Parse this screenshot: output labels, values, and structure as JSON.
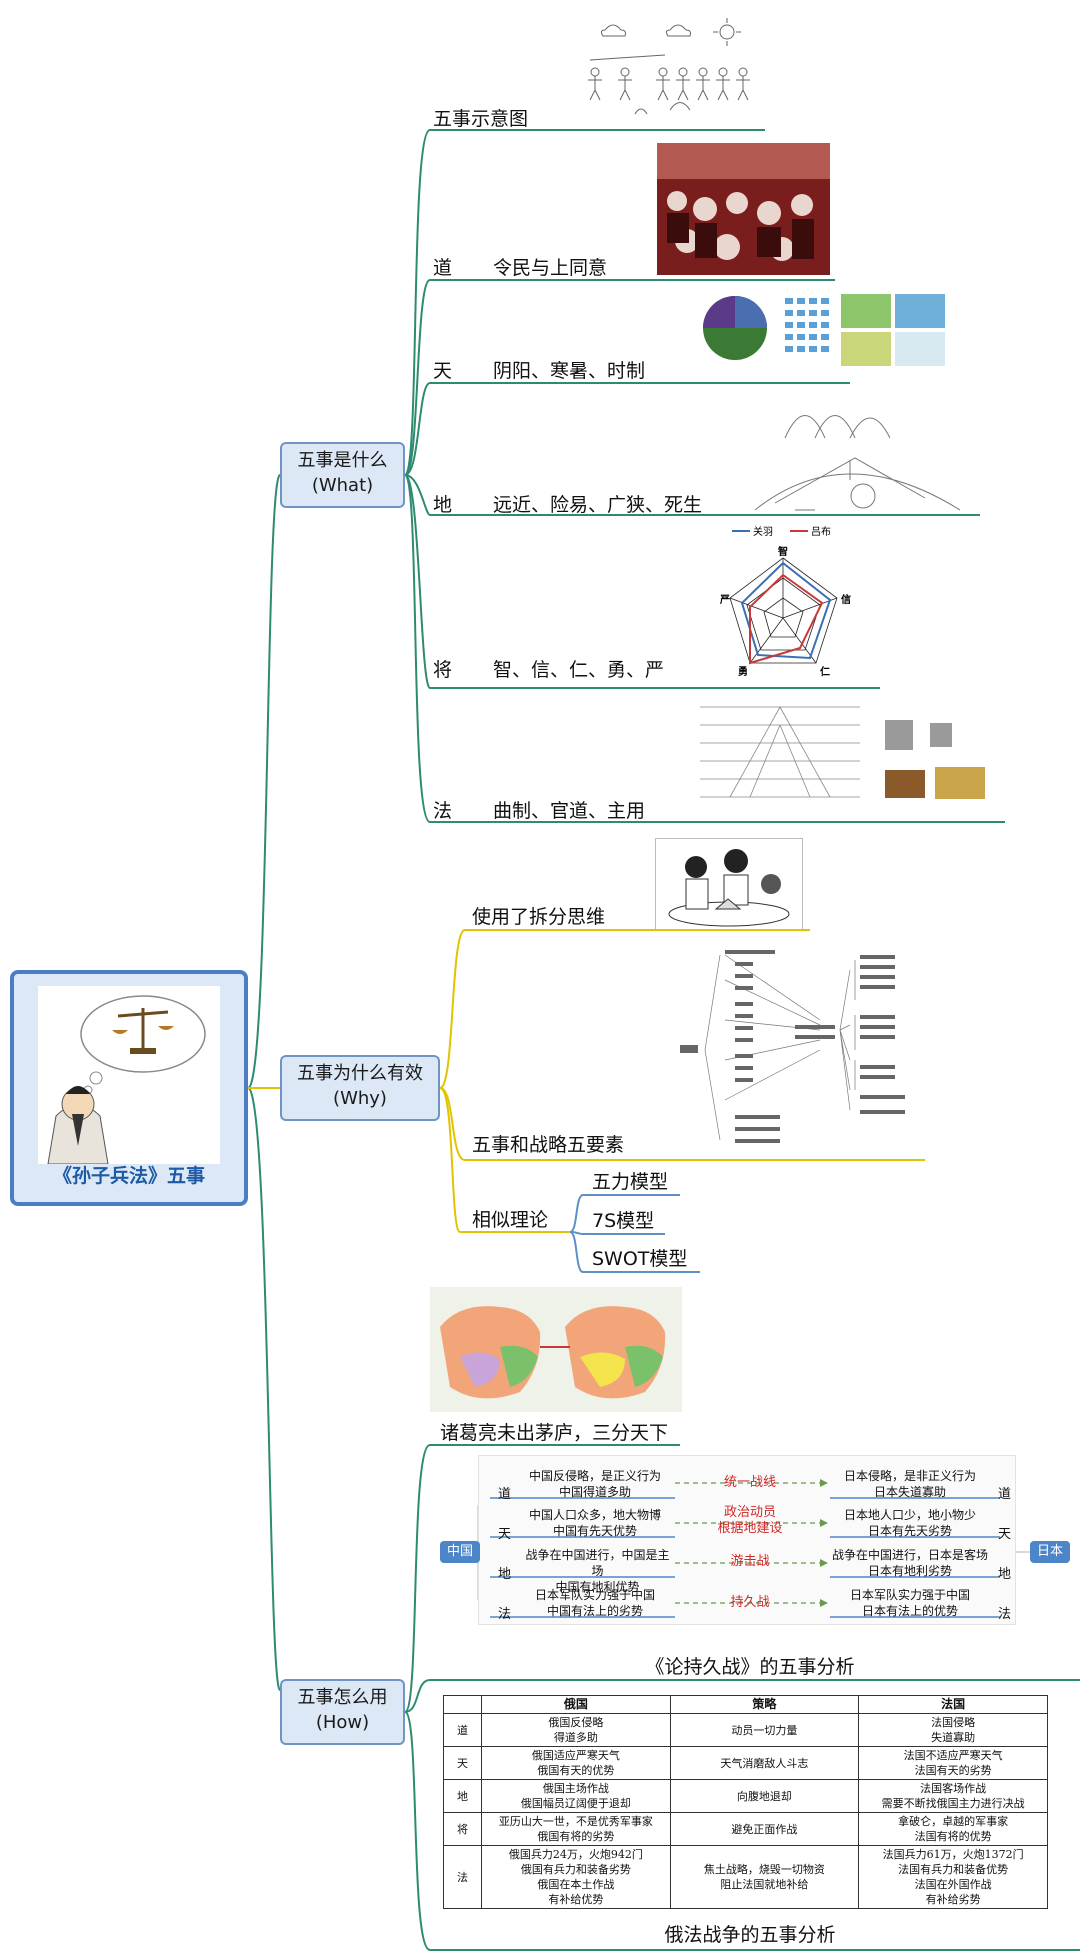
{
  "root": {
    "title": "《孙子兵法》五事"
  },
  "what": {
    "node": "五事是什么\n(What)",
    "diagram_label": "五事示意图",
    "items": [
      {
        "key": "道",
        "desc": "令民与上同意"
      },
      {
        "key": "天",
        "desc": "阴阳、寒暑、时制"
      },
      {
        "key": "地",
        "desc": "远近、险易、广狭、死生"
      },
      {
        "key": "将",
        "desc": "智、信、仁、勇、严"
      },
      {
        "key": "法",
        "desc": "曲制、官道、主用"
      }
    ],
    "radar": {
      "legend": [
        "关羽",
        "吕布"
      ],
      "axes": [
        "智",
        "信",
        "仁",
        "勇",
        "严"
      ]
    }
  },
  "why": {
    "node": "五事为什么有效\n(Why)",
    "items": [
      "使用了拆分思维",
      "五事和战略五要素"
    ],
    "similar": {
      "label": "相似理论",
      "children": [
        "五力模型",
        "7S模型",
        "SWOT模型"
      ]
    }
  },
  "how": {
    "node": "五事怎么用\n(How)",
    "zhuge": "诸葛亮未出茅庐，三分天下",
    "protracted": {
      "caption": "《论持久战》的五事分析",
      "left_tag": "中国",
      "right_tag": "日本",
      "rows": [
        {
          "key": "道",
          "left": "中国反侵略，是正义行为\n中国得道多助",
          "strategy": "统一战线",
          "right": "日本侵略，是非正义行为\n日本失道寡助"
        },
        {
          "key": "天",
          "left": "中国人口众多，地大物博\n中国有先天优势",
          "strategy": "政治动员\n根据地建设",
          "right": "日本地人口少，地小物少\n日本有先天劣势"
        },
        {
          "key": "地",
          "left": "战争在中国进行，中国是主场\n中国有地利优势",
          "strategy": "游击战",
          "right": "战争在中国进行，日本是客场\n日本有地利劣势"
        },
        {
          "key": "法",
          "left": "日本军队实力强于中国\n中国有法上的劣势",
          "strategy": "持久战",
          "right": "日本军队实力强于中国\n日本有法上的优势"
        }
      ]
    },
    "russo": {
      "caption": "俄法战争的五事分析",
      "headers": [
        "",
        "俄国",
        "策略",
        "法国"
      ],
      "rows": [
        {
          "key": "道",
          "ru": "俄国反侵略\n得道多助",
          "st": "动员一切力量",
          "fr": "法国侵略\n失道寡助"
        },
        {
          "key": "天",
          "ru": "俄国适应严寒天气\n俄国有天的优势",
          "st": "天气消磨敌人斗志",
          "fr": "法国不适应严寒天气\n法国有天的劣势"
        },
        {
          "key": "地",
          "ru": "俄国主场作战\n俄国幅员辽阔便于退却",
          "st": "向腹地退却",
          "fr": "法国客场作战\n需要不断找俄国主力进行决战"
        },
        {
          "key": "将",
          "ru": "亚历山大一世，不是优秀军事家\n俄国有将的劣势",
          "st": "避免正面作战",
          "fr": "拿破仑，卓越的军事家\n法国有将的优势"
        },
        {
          "key": "法",
          "ru": "俄国兵力24万，火炮942门\n俄国有兵力和装备劣势\n俄国在本土作战\n有补给优势",
          "st": "焦土战略，烧毁一切物资\n阻止法国就地补给",
          "fr": "法国兵力61万，火炮1372门\n法国有兵力和装备优势\n法国在外国作战\n有补给劣势"
        }
      ]
    }
  },
  "colors": {
    "accent": "#4a7ec4",
    "branch_green": "#2e8b6e",
    "branch_yellow": "#e0c400",
    "strategy_red": "#d12a2a"
  }
}
